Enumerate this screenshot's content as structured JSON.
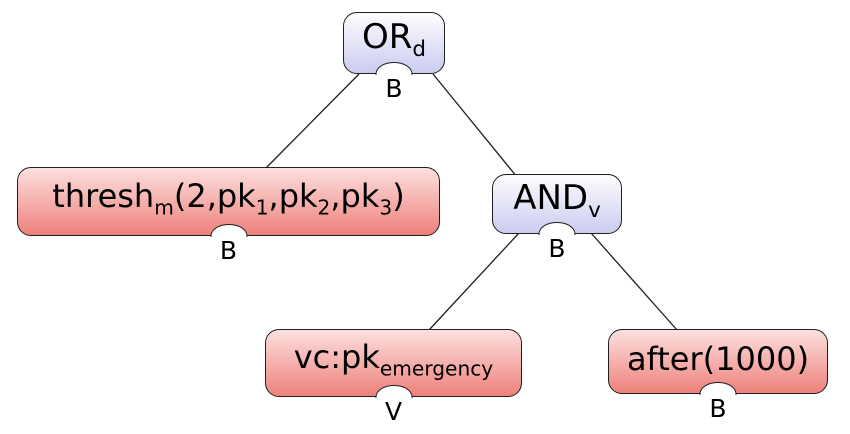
{
  "diagram": {
    "colors": {
      "background": "#ffffff",
      "gate_fill_top": "#fdfdff",
      "gate_fill_bottom": "#cbcbf0",
      "leaf_fill_top": "#fce0df",
      "leaf_fill_bottom": "#ee817b",
      "border": "#1f1f1f",
      "edge": "#1f1f1f",
      "text": "#000000"
    },
    "nodes": [
      {
        "id": "or",
        "kind": "gate",
        "label": [
          {
            "t": "OR"
          },
          {
            "s": "d"
          }
        ],
        "label_plain": "OR_d",
        "port_label": "B"
      },
      {
        "id": "thresh",
        "kind": "leaf",
        "label": [
          {
            "t": "thresh"
          },
          {
            "s": "m"
          },
          {
            "t": "(2,pk"
          },
          {
            "s": "1"
          },
          {
            "t": ",pk"
          },
          {
            "s": "2"
          },
          {
            "t": ",pk"
          },
          {
            "s": "3"
          },
          {
            "t": ")"
          }
        ],
        "label_plain": "thresh_m(2,pk_1,pk_2,pk_3)",
        "port_label": "B"
      },
      {
        "id": "and",
        "kind": "gate",
        "label": [
          {
            "t": "AND"
          },
          {
            "s": "v"
          }
        ],
        "label_plain": "AND_v",
        "port_label": "B"
      },
      {
        "id": "vcpk",
        "kind": "leaf",
        "label": [
          {
            "t": "vc:pk"
          },
          {
            "s": "emergency"
          }
        ],
        "label_plain": "vc:pk_emergency",
        "port_label": "V"
      },
      {
        "id": "after",
        "kind": "leaf",
        "label": [
          {
            "t": "after(1000)"
          }
        ],
        "label_plain": "after(1000)",
        "port_label": "B"
      }
    ],
    "edges": [
      {
        "from": "or",
        "to": "thresh"
      },
      {
        "from": "or",
        "to": "and"
      },
      {
        "from": "and",
        "to": "vcpk"
      },
      {
        "from": "and",
        "to": "after"
      }
    ]
  }
}
